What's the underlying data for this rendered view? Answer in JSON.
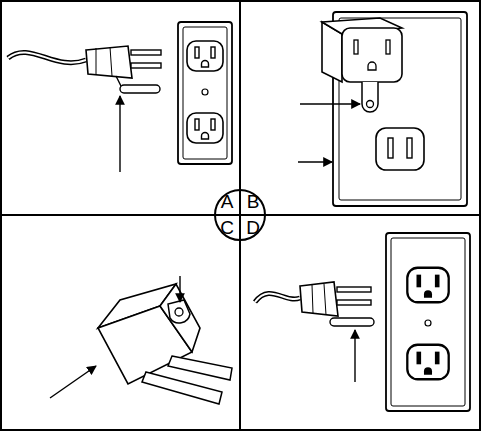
{
  "diagram": {
    "nodes": [
      {
        "text": [
          "A",
          "B",
          "C",
          "D"
        ]
      }
    ]
  }
}
